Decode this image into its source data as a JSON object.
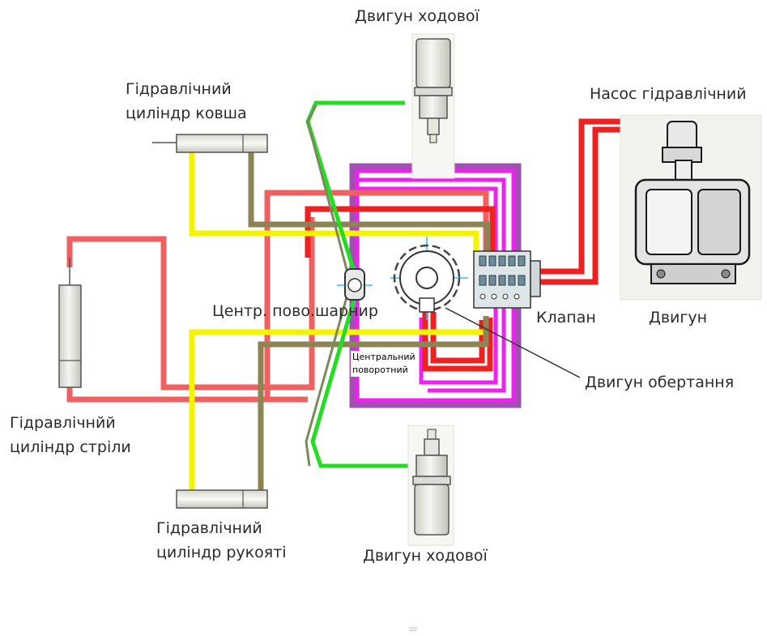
{
  "labels": {
    "travel_motor_top": "Двигун ходової",
    "travel_motor_bottom": "Двигун ходової",
    "bucket_cylinder_line1": "Гідравлічний",
    "bucket_cylinder_line2": "циліндр ковша",
    "boom_cylinder_line1": "Гідравлічнйй",
    "boom_cylinder_line2": "циліндр стріли",
    "arm_cylinder_line1": "Гідравлічний",
    "arm_cylinder_line2": "циліндр рукояті",
    "pump": "Насос гідравлічний",
    "engine": "Двигун",
    "valve": "Клапан",
    "swing_joint": "Центр. пово.шарнир",
    "central_rotary_line1": "Центральний",
    "central_rotary_line2": "поворотний",
    "swing_motor": "Двигун обертання"
  },
  "colors": {
    "red_line": "#ee2020",
    "salmon_line": "#f06060",
    "yellow_line": "#f4f400",
    "olive_line": "#8c8455",
    "green_line": "#22dd22",
    "magenta_line": "#ee22ee",
    "purple_line": "#a050b0",
    "cyan_marker": "#38c0ee",
    "component_fill": "#eeeeea",
    "component_stroke": "#555555"
  }
}
